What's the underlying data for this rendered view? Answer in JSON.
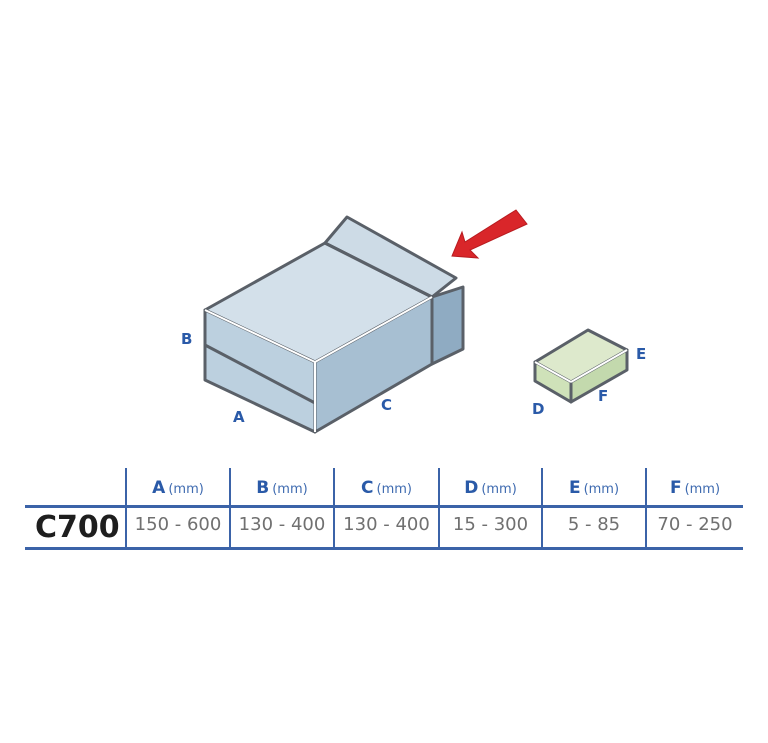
{
  "diagram": {
    "large_box_labels": {
      "a": "A",
      "b": "B",
      "c": "C"
    },
    "small_box_labels": {
      "d": "D",
      "e": "E",
      "f": "F"
    },
    "colors": {
      "large_box_top": "#d3e0ea",
      "large_box_front": "#b9cfde",
      "large_box_side": "#98b3c8",
      "small_box": "#d6e7c3",
      "arrow": "#d9262a",
      "label": "#2a5aa8",
      "table_line": "#3b63a8"
    }
  },
  "table": {
    "columns": [
      {
        "letter": "A",
        "unit": "(mm)"
      },
      {
        "letter": "B",
        "unit": "(mm)"
      },
      {
        "letter": "C",
        "unit": "(mm)"
      },
      {
        "letter": "D",
        "unit": "(mm)"
      },
      {
        "letter": "E",
        "unit": "(mm)"
      },
      {
        "letter": "F",
        "unit": "(mm)"
      }
    ],
    "rows": [
      {
        "model": "C700",
        "values": [
          "150 - 600",
          "130 - 400",
          "130 - 400",
          "15 - 300",
          "5 - 85",
          "70 - 250"
        ]
      }
    ]
  }
}
